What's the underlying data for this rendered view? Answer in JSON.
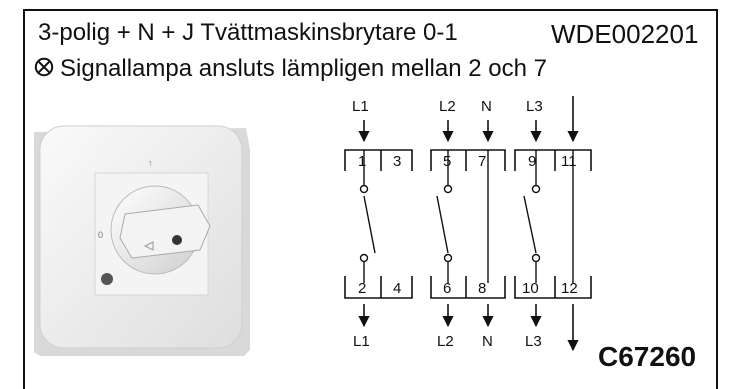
{
  "header": {
    "title": "3-polig + N + J Tvättmaskinsbrytare 0-1",
    "code": "WDE002201",
    "note": "Signallampa ansluts lämpligen mellan 2 och 7",
    "note_icon": "lamp-cross-circle-icon"
  },
  "product_code": "C67260",
  "device": {
    "mark_top": "↑",
    "mark_left": "0"
  },
  "diagram": {
    "top_labels": [
      "L1",
      "L2",
      "N",
      "L3"
    ],
    "bottom_labels": [
      "L1",
      "L2",
      "N",
      "L3"
    ],
    "top_terminals": [
      "1",
      "3",
      "5",
      "7",
      "9",
      "11"
    ],
    "bottom_terminals": [
      "2",
      "4",
      "6",
      "8",
      "10",
      "12"
    ]
  },
  "colors": {
    "line": "#111111",
    "device_body": "#eeeeee"
  }
}
